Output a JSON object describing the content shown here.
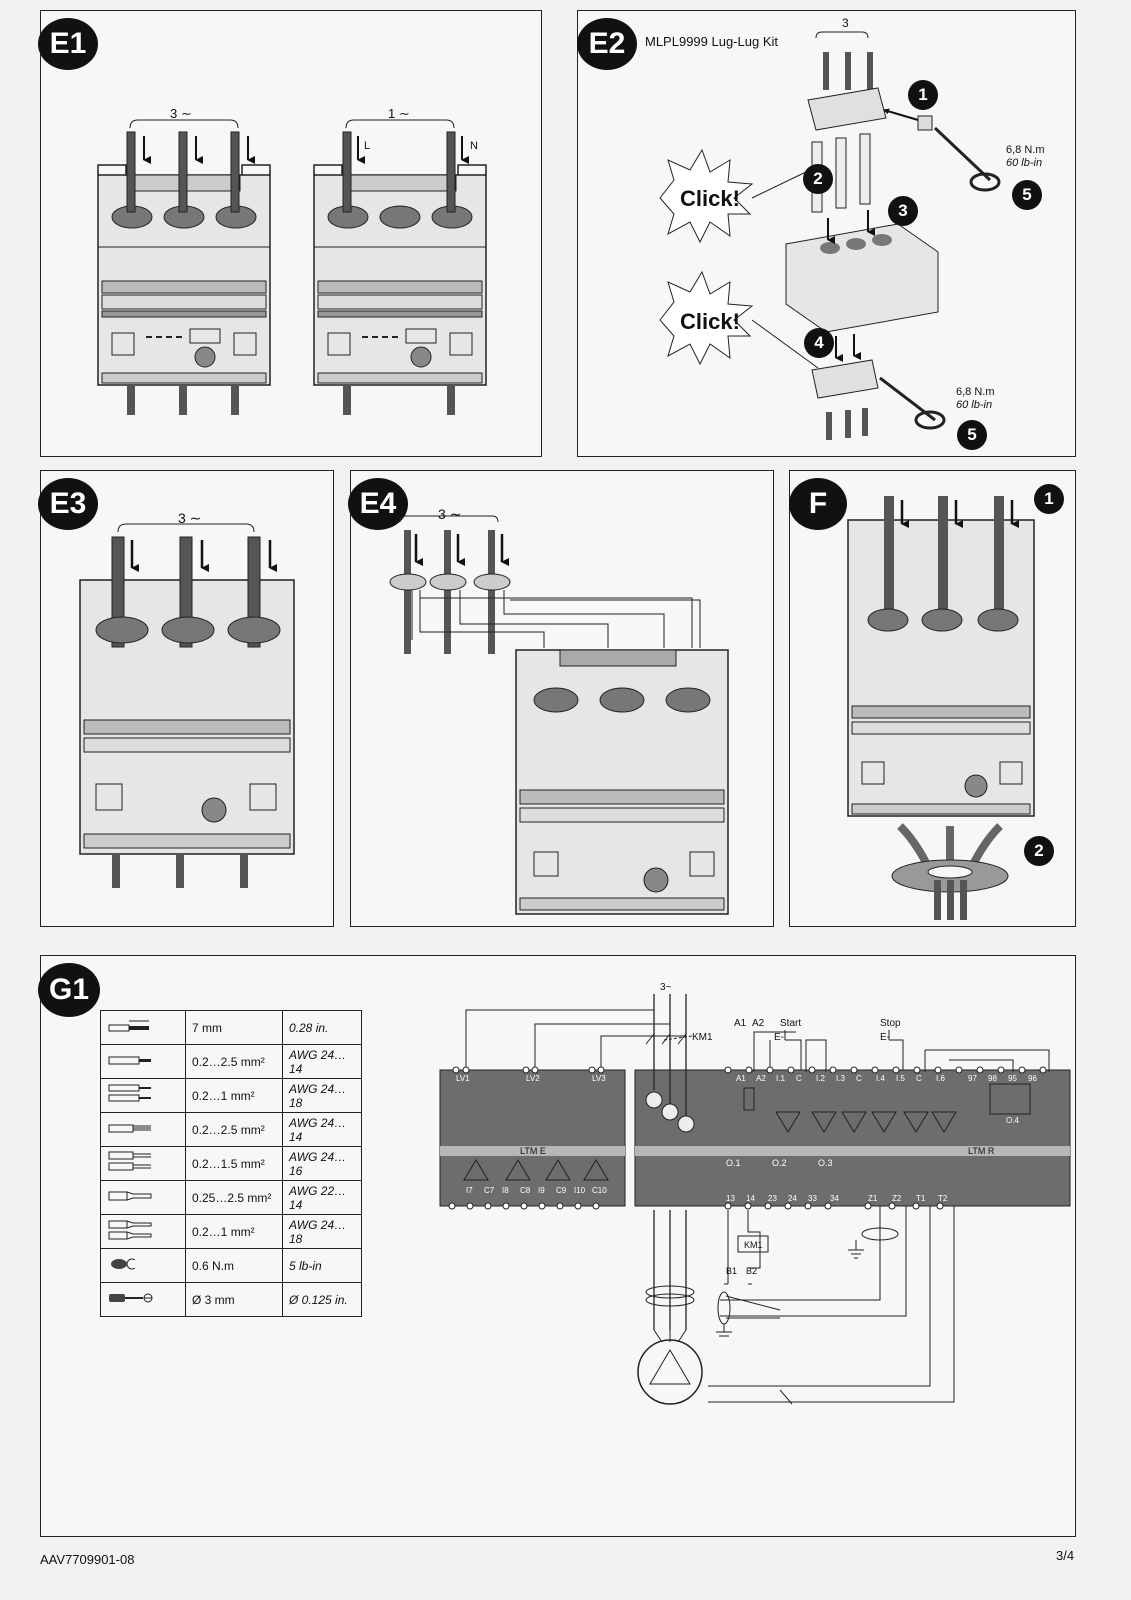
{
  "panels": {
    "e1": {
      "badge": "E1",
      "three_phase": "3",
      "single_phase": "1",
      "l": "L",
      "n": "N"
    },
    "e2": {
      "badge": "E2",
      "title": "MLPL9999 Lug-Lug Kit",
      "count": "3",
      "click1": "Click!",
      "click2": "Click!",
      "torque1": "6,8 N.m",
      "torque1_in": "60 lb-in",
      "torque2": "6,8 N.m",
      "torque2_in": "60 lb-in",
      "steps": [
        "1",
        "2",
        "3",
        "4",
        "5",
        "5"
      ]
    },
    "e3": {
      "badge": "E3",
      "three_phase": "3"
    },
    "e4": {
      "badge": "E4",
      "three_phase": "3"
    },
    "f": {
      "badge": "F",
      "steps": [
        "1",
        "2"
      ]
    },
    "g1": {
      "badge": "G1"
    }
  },
  "spec_table": [
    {
      "icon": "strip-length-icon",
      "mm": "7 mm",
      "awg": "0.28 in."
    },
    {
      "icon": "solid-wire-icon",
      "mm": "0.2…2.5 mm²",
      "awg": "AWG 24…14"
    },
    {
      "icon": "two-solid-wires-icon",
      "mm": "0.2…1 mm²",
      "awg": "AWG 24…18"
    },
    {
      "icon": "stranded-wire-icon",
      "mm": "0.2…2.5 mm²",
      "awg": "AWG 24…14"
    },
    {
      "icon": "two-stranded-wires-icon",
      "mm": "0.2…1.5 mm²",
      "awg": "AWG 24…16"
    },
    {
      "icon": "ferrule-wire-icon",
      "mm": "0.25…2.5 mm²",
      "awg": "AWG 22…14"
    },
    {
      "icon": "two-ferrule-wires-icon",
      "mm": "0.2…1 mm²",
      "awg": "AWG 24…18"
    },
    {
      "icon": "torque-icon",
      "mm": "0.6 N.m",
      "awg": "5 lb-in"
    },
    {
      "icon": "screwdriver-icon",
      "mm": "Ø 3 mm",
      "awg": "Ø 0.125 in."
    }
  ],
  "wiring": {
    "three_phase": "3~",
    "km1": "KM1",
    "a1": "A1",
    "a2": "A2",
    "start": "Start",
    "stop": "Stop",
    "e_start": "E-",
    "e_stop": "E-",
    "ltme": "LTM E",
    "ltmr": "LTM R",
    "lv": [
      "LV1",
      "LV2",
      "LV3"
    ],
    "ltme_inputs": [
      "I7",
      "C7",
      "I8",
      "C8",
      "I9",
      "C9",
      "I10",
      "C10"
    ],
    "ltmr_top": [
      "A1",
      "A2",
      "I.1",
      "C",
      "I.2",
      "I.3",
      "C",
      "I.4",
      "I.5",
      "C",
      "I.6",
      "97",
      "98",
      "95",
      "96"
    ],
    "o4": "O.4",
    "ltmr_bottom": [
      "13",
      "14",
      "23",
      "24",
      "33",
      "34",
      "Z1",
      "Z2",
      "T1",
      "T2"
    ],
    "outputs": [
      "O.1",
      "O.2",
      "O.3"
    ],
    "coil": "KM1",
    "b1": "B1",
    "b2": "B2"
  },
  "footer": {
    "doc": "AAV7709901-08",
    "page": "3/4"
  }
}
